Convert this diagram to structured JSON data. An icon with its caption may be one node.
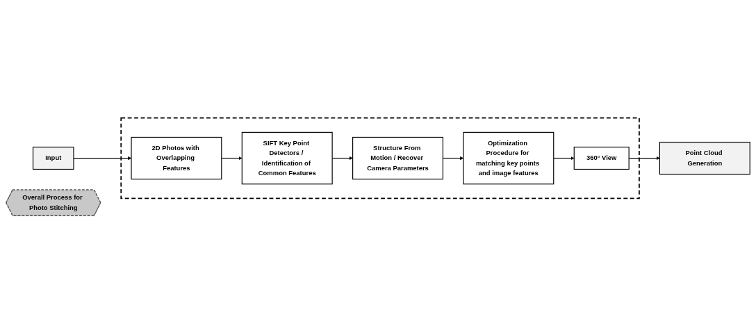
{
  "diagram": {
    "nodes": [
      {
        "text": [
          "Input"
        ]
      },
      {
        "text": [
          "Point Cloud Generation"
        ]
      },
      {
        "text": [],
        "shape": "box"
      },
      {
        "text": [
          "2D Photos with Overlapping Features"
        ],
        "in": 2
      },
      {
        "text": [
          "SIFT Key Point Detectors / Identification of Common Features"
        ],
        "in": 2
      },
      {
        "text": [
          "Structure From Motion / Recover Camera Parameters"
        ],
        "in": 2
      },
      {
        "text": [
          "Optimization Procedure for matching key points and image features"
        ],
        "in": 2
      },
      {
        "text": [
          "360° View"
        ],
        "in": 2
      },
      {
        "text": [
          "Overall Process for Photo Stitching"
        ]
      }
    ],
    "edges": [
      {
        "from": 0,
        "to": 3,
        "arrow": "to"
      },
      {
        "from": 3,
        "to": 4,
        "arrow": "to"
      },
      {
        "from": 4,
        "to": 5,
        "arrow": "to"
      },
      {
        "from": 5,
        "to": 6,
        "arrow": "to"
      },
      {
        "from": 6,
        "to": 7,
        "arrow": "to"
      },
      {
        "from": 7,
        "to": 1,
        "arrow": "to"
      }
    ]
  }
}
